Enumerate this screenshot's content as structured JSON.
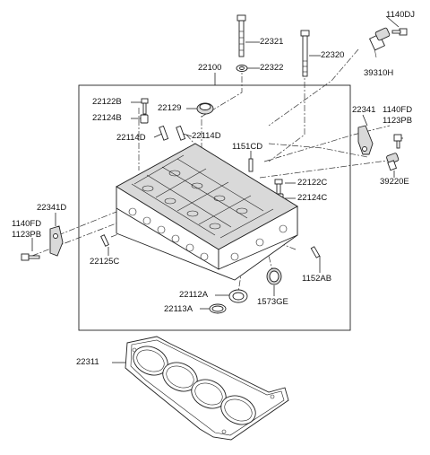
{
  "diagram": {
    "parts": [
      {
        "id": "p22321",
        "label": "22321"
      },
      {
        "id": "p22322",
        "label": "22322"
      },
      {
        "id": "p22320",
        "label": "22320"
      },
      {
        "id": "p1140dj",
        "label": "1140DJ"
      },
      {
        "id": "p39310h",
        "label": "39310H"
      },
      {
        "id": "p22100",
        "label": "22100"
      },
      {
        "id": "p22122b",
        "label": "22122B"
      },
      {
        "id": "p22124b",
        "label": "22124B"
      },
      {
        "id": "p22129",
        "label": "22129"
      },
      {
        "id": "p22114d_a",
        "label": "22114D"
      },
      {
        "id": "p22114d_b",
        "label": "22114D"
      },
      {
        "id": "p22341",
        "label": "22341"
      },
      {
        "id": "p1140fd_r",
        "label": "1140FD"
      },
      {
        "id": "p1123pb_r",
        "label": "1123PB"
      },
      {
        "id": "p1151cd",
        "label": "1151CD"
      },
      {
        "id": "p22122c",
        "label": "22122C"
      },
      {
        "id": "p22124c",
        "label": "22124C"
      },
      {
        "id": "p39220e",
        "label": "39220E"
      },
      {
        "id": "p22341d",
        "label": "22341D"
      },
      {
        "id": "p1140fd_l",
        "label": "1140FD"
      },
      {
        "id": "p1123pb_l",
        "label": "1123PB"
      },
      {
        "id": "p22125c",
        "label": "22125C"
      },
      {
        "id": "p1152ab",
        "label": "1152AB"
      },
      {
        "id": "p22112a",
        "label": "22112A"
      },
      {
        "id": "p22113a",
        "label": "22113A"
      },
      {
        "id": "p1573ge",
        "label": "1573GE"
      },
      {
        "id": "p22311",
        "label": "22311"
      }
    ]
  }
}
